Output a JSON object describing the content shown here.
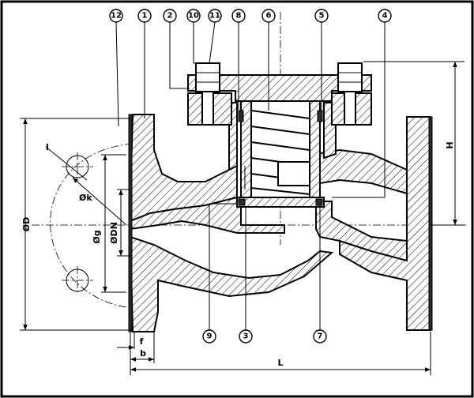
{
  "balloons": [
    "12",
    "1",
    "2",
    "10",
    "11",
    "8",
    "6",
    "5",
    "4",
    "9",
    "3",
    "7"
  ],
  "dimensions": {
    "phi_D": "ØD",
    "phi_k": "Øk",
    "phi_g": "Øg",
    "phi_DN": "ØDN",
    "l": "l",
    "H": "H",
    "L": "L",
    "b": "b",
    "f": "f"
  }
}
